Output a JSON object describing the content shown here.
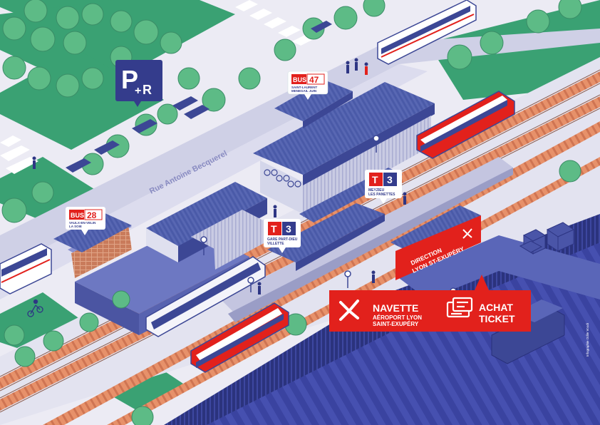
{
  "map": {
    "street_name": "Rue Antoine Becquerel",
    "parking": {
      "letter": "P",
      "plus": "+",
      "sub": "R",
      "icon": "park-and-ride-icon"
    },
    "bus_stops": [
      {
        "tag": "BUS",
        "line": "47",
        "dest_line1": "SAINT-LAURENT",
        "dest_line2": "MENEGAIL JUIN"
      },
      {
        "tag": "BUS",
        "line": "28",
        "dest_line1": "VAULX-EN-VELIN",
        "dest_line2": "LA SOIE"
      }
    ],
    "tram_stops": [
      {
        "tag": "T",
        "line": "3",
        "dest_line1": "MEYZIEU",
        "dest_line2": "LES PANETTES"
      },
      {
        "tag": "T",
        "line": "3",
        "dest_line1": "GARE PART-DIEU",
        "dest_line2": "VILLETTE"
      }
    ],
    "direction_sign": {
      "line1": "DIRECTION",
      "line2": "LYON ST-EXUPÉRY"
    },
    "callouts": {
      "navette": {
        "title": "NAVETTE",
        "line1": "AÉROPORT LYON",
        "line2": "SAINT-EXUPÉRY",
        "icon": "rhonexpress-logo-icon"
      },
      "achat": {
        "line1": "ACHAT",
        "line2": "TICKET",
        "icon": "ticket-icon"
      }
    },
    "credit": "Infographie Odile Voodi",
    "colors": {
      "brand_red": "#e2211c",
      "navy": "#343c8c",
      "grass": "#3aa173",
      "tree": "#5dbb86",
      "track_orange": "#e7916a",
      "road": "#cfd0e6",
      "bg": "#ecebf4"
    }
  }
}
